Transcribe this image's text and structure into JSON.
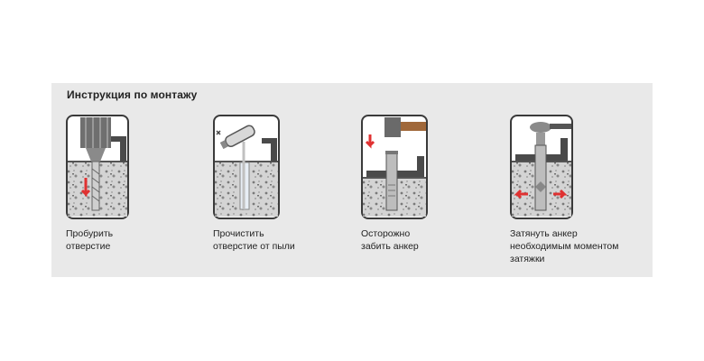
{
  "title": "Инструкция по монтажу",
  "steps": [
    {
      "caption": "Пробурить\nотверстие",
      "icon": "drill-icon"
    },
    {
      "caption": "Прочистить\nотверстие от пыли",
      "icon": "blow-pump-icon"
    },
    {
      "caption": "Осторожно\nзабить анкер",
      "icon": "hammer-icon"
    },
    {
      "caption": "Затянуть анкер\nнеобходимым моментом\nзатяжки",
      "icon": "torque-wrench-icon"
    }
  ],
  "colors": {
    "concrete": "#cfcfcf",
    "steel": "#555555",
    "arrow": "#e03131",
    "frame": "#3a3a3a"
  }
}
